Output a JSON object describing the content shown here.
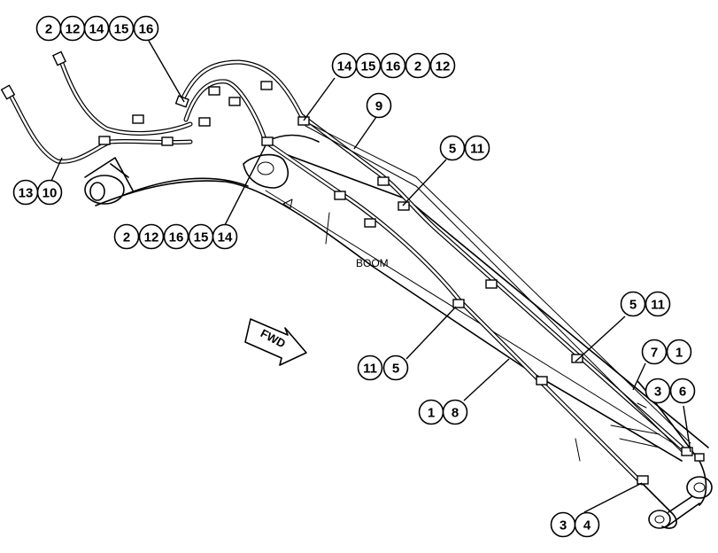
{
  "boom_label": "BOOM",
  "fwd_label": "FWD",
  "callouts": [
    {
      "id": "group-a",
      "numbers": [
        "2",
        "12",
        "14",
        "15",
        "16"
      ]
    },
    {
      "id": "group-b",
      "numbers": [
        "14",
        "15",
        "16",
        "2",
        "12"
      ]
    },
    {
      "id": "group-c",
      "numbers": [
        "9"
      ]
    },
    {
      "id": "group-d",
      "numbers": [
        "5",
        "11"
      ]
    },
    {
      "id": "group-e",
      "numbers": [
        "13",
        "10"
      ]
    },
    {
      "id": "group-f",
      "numbers": [
        "2",
        "12",
        "16",
        "15",
        "14"
      ]
    },
    {
      "id": "group-g",
      "numbers": [
        "5",
        "11"
      ]
    },
    {
      "id": "group-h",
      "numbers": [
        "7",
        "1"
      ]
    },
    {
      "id": "group-i",
      "numbers": [
        "11",
        "5"
      ]
    },
    {
      "id": "group-j",
      "numbers": [
        "3",
        "6"
      ]
    },
    {
      "id": "group-k",
      "numbers": [
        "1",
        "8"
      ]
    },
    {
      "id": "group-l",
      "numbers": [
        "3",
        "4"
      ]
    }
  ]
}
